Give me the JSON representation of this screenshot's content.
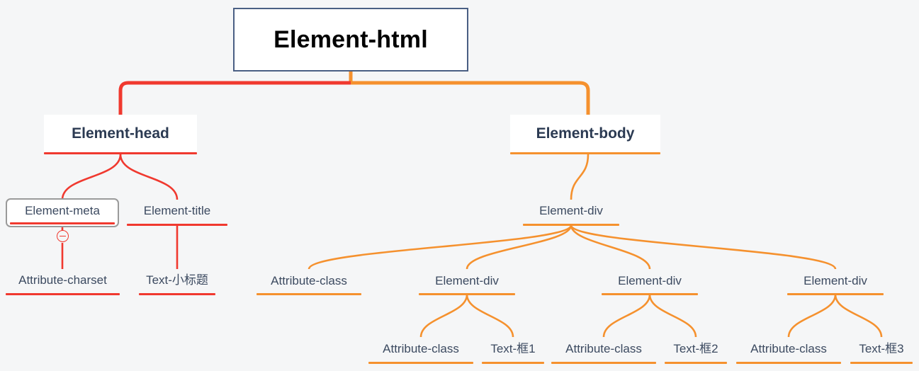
{
  "diagram": {
    "title": "Element-html",
    "background_color": "#f5f6f7",
    "branch_colors": {
      "head_branch": "#f0392f",
      "body_branch": "#f5912e"
    },
    "root": {
      "label": "Element-html",
      "border_color": "#4a5f84",
      "fill_color": "#ffffff"
    },
    "nodes": {
      "head": "Element-head",
      "body": "Element-body",
      "meta": "Element-meta",
      "title": "Element-title",
      "attr_charset": "Attribute-charset",
      "text_subtitle": "Text-小标题",
      "div_main": "Element-div",
      "attr_class_main": "Attribute-class",
      "div_1": "Element-div",
      "div_2": "Element-div",
      "div_3": "Element-div",
      "attr_class_1": "Attribute-class",
      "text_box_1": "Text-框1",
      "attr_class_2": "Attribute-class",
      "text_box_2": "Text-框2",
      "attr_class_3": "Attribute-class",
      "text_box_3": "Text-框3"
    },
    "collapse_toggle": {
      "icon": "minus-circle-icon",
      "state": "expanded",
      "belongs_to": "Element-meta"
    },
    "selected_node": "Element-meta"
  }
}
